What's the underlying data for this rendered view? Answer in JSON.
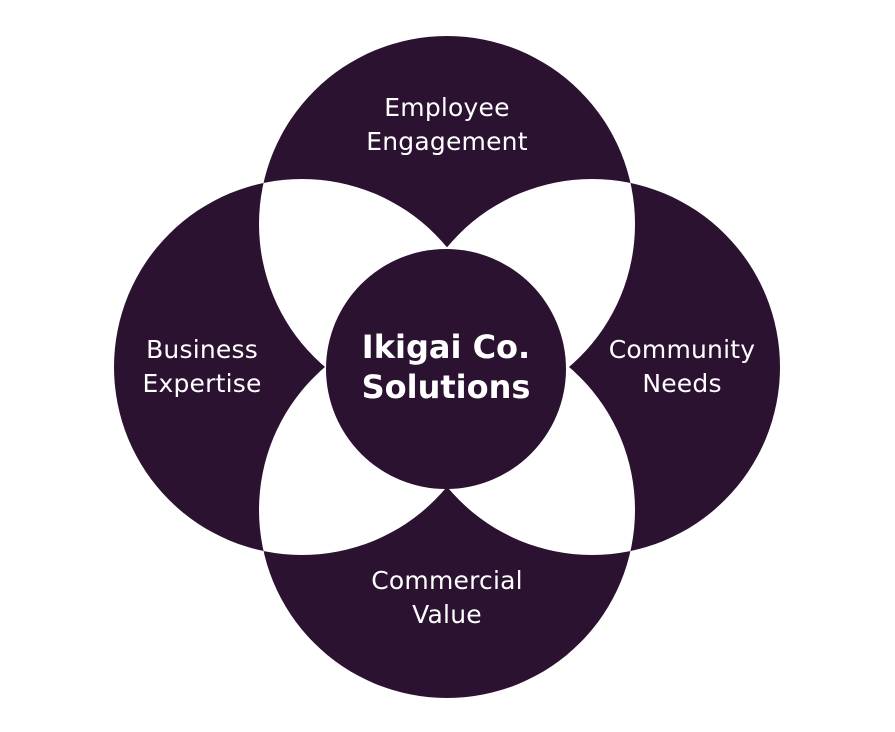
{
  "colors": {
    "petal": "#2b1231",
    "background": "#ffffff"
  },
  "center": {
    "text": "Ikigai Co.\nSolutions"
  },
  "petals": {
    "top": "Employee\nEngagement",
    "left": "Business\nExpertise",
    "right": "Community\nNeeds",
    "bottom": "Commercial\nValue"
  }
}
